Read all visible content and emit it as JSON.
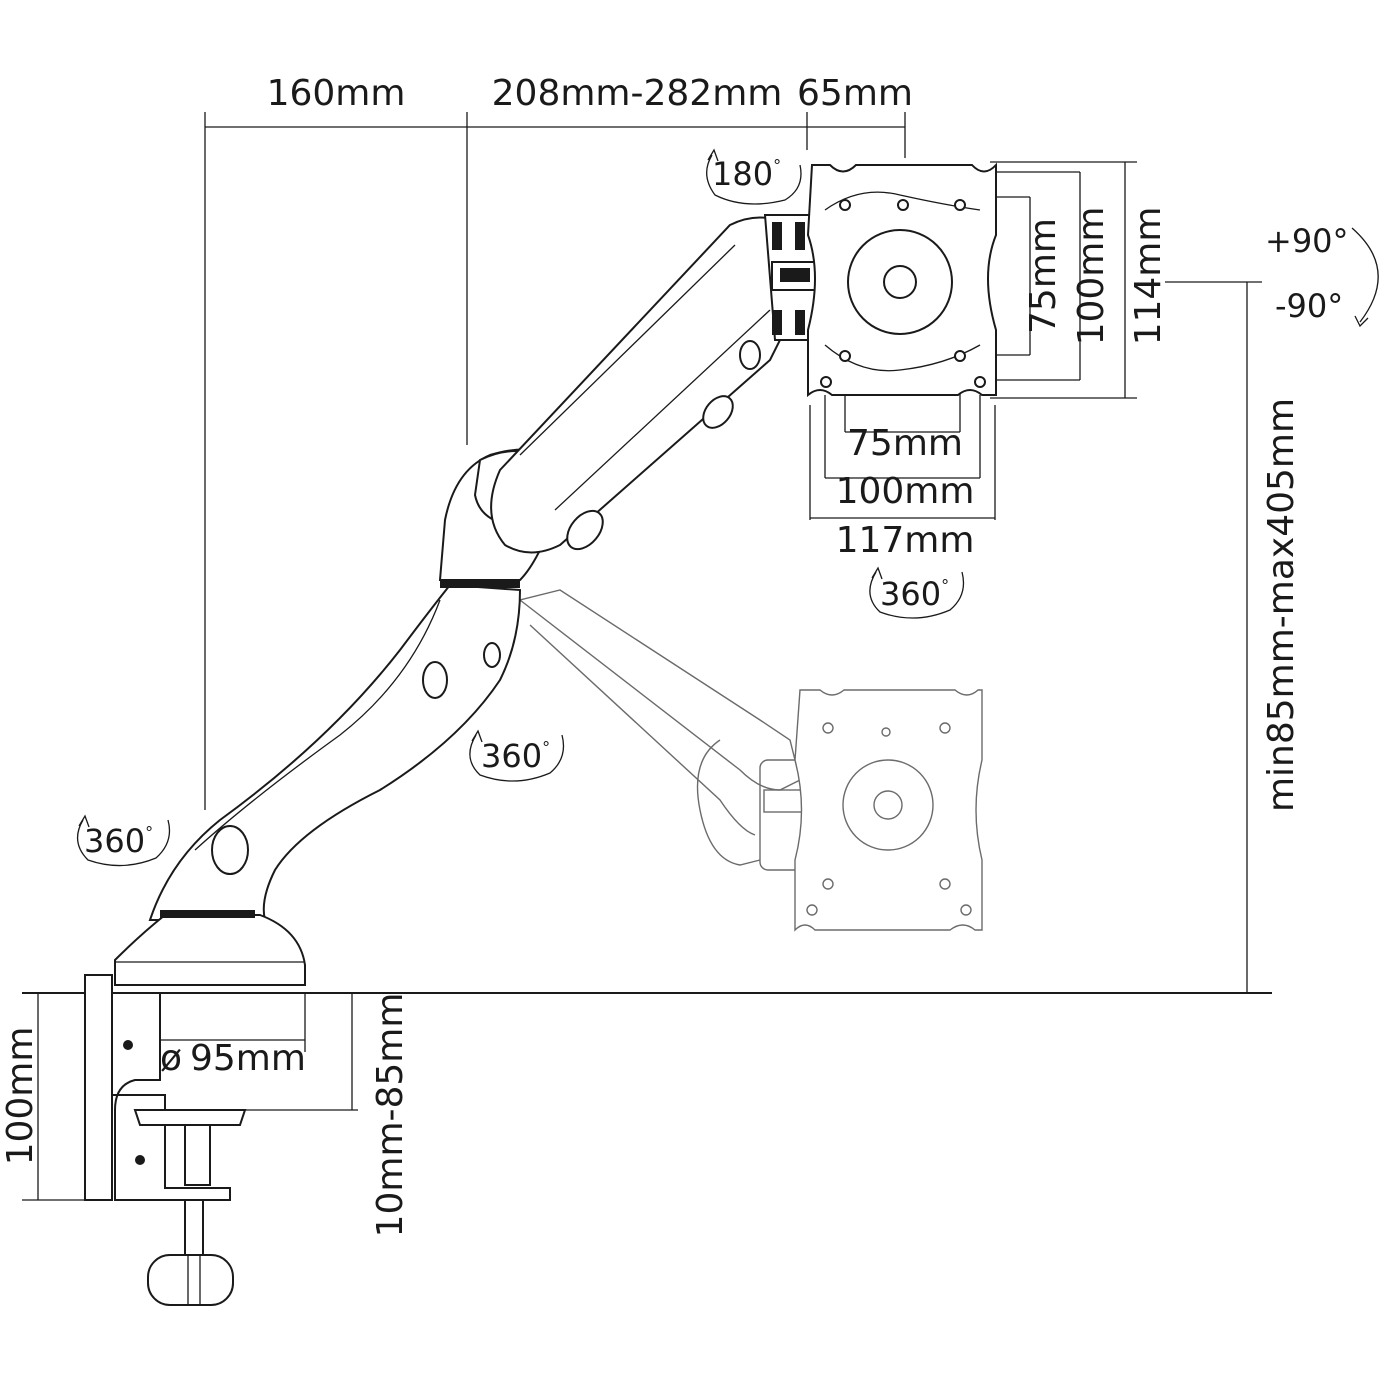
{
  "dimensions": {
    "arm_base_reach": "160mm",
    "arm_upper_reach": "208mm-282mm",
    "head_offset": "65mm",
    "vesa_inner_v": "75mm",
    "vesa_outer_v": "100mm",
    "plate_height": "114mm",
    "vesa_inner_h": "75mm",
    "vesa_outer_h": "100mm",
    "plate_width": "117mm",
    "height_range": "min85mm-max405mm",
    "base_diameter": "95mm",
    "base_diameter_symbol": "ø",
    "clamp_height": "100mm",
    "desk_thickness": "10mm-85mm"
  },
  "rotations": {
    "head_swivel": "180",
    "plate_rotation": "360",
    "arm_joint": "360",
    "base_swivel": "360",
    "degree_symbol": "°"
  },
  "tilt": {
    "up": "+90°",
    "down": "-90°"
  }
}
